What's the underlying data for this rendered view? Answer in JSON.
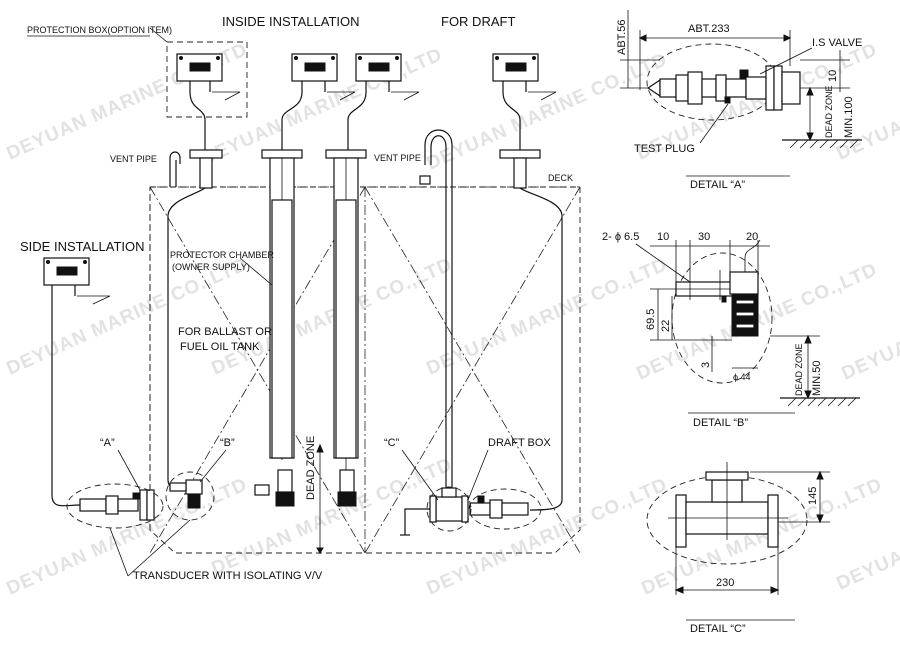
{
  "titles": {
    "inside": "INSIDE INSTALLATION",
    "draft": "FOR DRAFT",
    "side": "SIDE INSTALLATION"
  },
  "labels": {
    "protection_box": "PROTECTION BOX(OPTION ITEM)",
    "vent_pipe_left": "VENT PIPE",
    "vent_pipe_right": "VENT PIPE",
    "deck": "DECK",
    "protector_chamber_1": "PROTECTOR CHAMBER",
    "protector_chamber_2": "(OWNER SUPPLY)",
    "tank_1": "FOR BALLAST OR",
    "tank_2": "FUEL OIL TANK",
    "dead_zone_main": "DEAD ZONE",
    "callout_a": "“A”",
    "callout_b": "“B”",
    "callout_c": "“C”",
    "draft_box": "DRAFT BOX",
    "transducer": "TRANSDUCER WITH ISOLATING V/V"
  },
  "detail_a": {
    "title": "DETAIL   “A”",
    "dim_height": "ABT.56",
    "dim_length": "ABT.233",
    "valve": "I.S VALVE",
    "dim_10": "10",
    "test_plug": "TEST PLUG",
    "dead_zone": "DEAD ZONE",
    "min": "MIN.100"
  },
  "detail_b": {
    "title": "DETAIL   “B”",
    "holes": "2- ϕ 6.5",
    "dim_10": "10",
    "dim_30": "30",
    "dim_20": "20",
    "dim_69_5": "69.5",
    "dim_22": "22",
    "dim_3": "3",
    "dia_44": "ϕ 44",
    "dead_zone": "DEAD ZONE",
    "min": "MIN.50"
  },
  "detail_c": {
    "title": "DETAIL   “C”",
    "dim_145": "145",
    "dim_230": "230"
  },
  "watermark": "DEYUAN MARINE CO.,LTD"
}
